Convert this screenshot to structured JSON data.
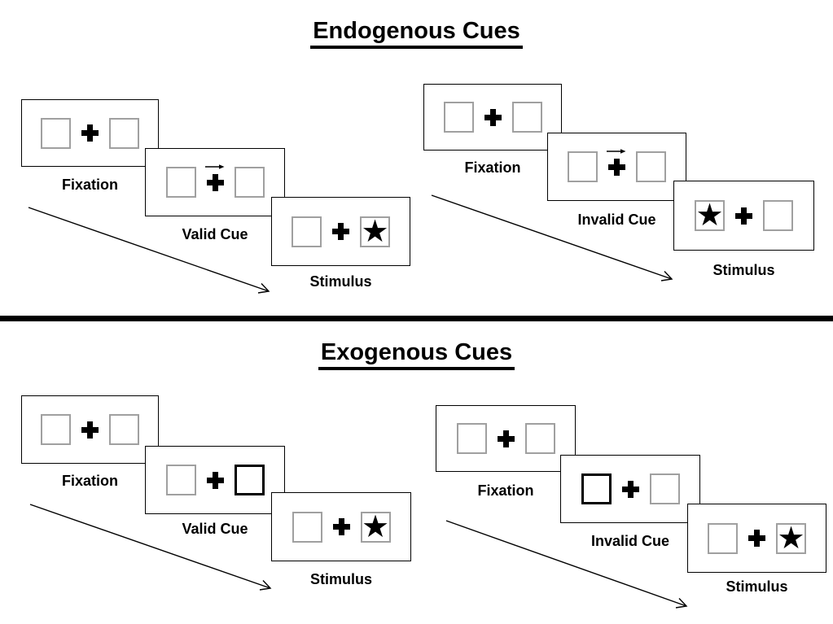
{
  "colors": {
    "background": "#ffffff",
    "ink": "#000000",
    "screen_border": "#000000",
    "placeholder_border": "#a0a0a0"
  },
  "icons": {
    "star": "★",
    "fixation_cross": "heavy-plus",
    "cue_arrow": "right-arrow",
    "timeline_arrow": "diagonal-down-right-arrow"
  },
  "sections": [
    {
      "title": "Endogenous Cues",
      "panels": [
        {
          "boxes": [
            {
              "label": "Fixation",
              "left": "plain",
              "right": "plain",
              "cue_arrow": false
            },
            {
              "label": "Valid Cue",
              "left": "plain",
              "right": "plain",
              "cue_arrow": true
            },
            {
              "label": "Stimulus",
              "left": "plain",
              "right": "star",
              "cue_arrow": false
            }
          ]
        },
        {
          "boxes": [
            {
              "label": "Fixation",
              "left": "plain",
              "right": "plain",
              "cue_arrow": false
            },
            {
              "label": "Invalid Cue",
              "left": "plain",
              "right": "plain",
              "cue_arrow": true
            },
            {
              "label": "Stimulus",
              "left": "star",
              "right": "plain",
              "cue_arrow": false
            }
          ]
        }
      ]
    },
    {
      "title": "Exogenous Cues",
      "panels": [
        {
          "boxes": [
            {
              "label": "Fixation",
              "left": "plain",
              "right": "plain",
              "cue_arrow": false
            },
            {
              "label": "Valid Cue",
              "left": "plain",
              "right": "bold",
              "cue_arrow": false
            },
            {
              "label": "Stimulus",
              "left": "plain",
              "right": "star",
              "cue_arrow": false
            }
          ]
        },
        {
          "boxes": [
            {
              "label": "Fixation",
              "left": "plain",
              "right": "plain",
              "cue_arrow": false
            },
            {
              "label": "Invalid Cue",
              "left": "bold",
              "right": "plain",
              "cue_arrow": false
            },
            {
              "label": "Stimulus",
              "left": "plain",
              "right": "star",
              "cue_arrow": false
            }
          ]
        }
      ]
    }
  ]
}
